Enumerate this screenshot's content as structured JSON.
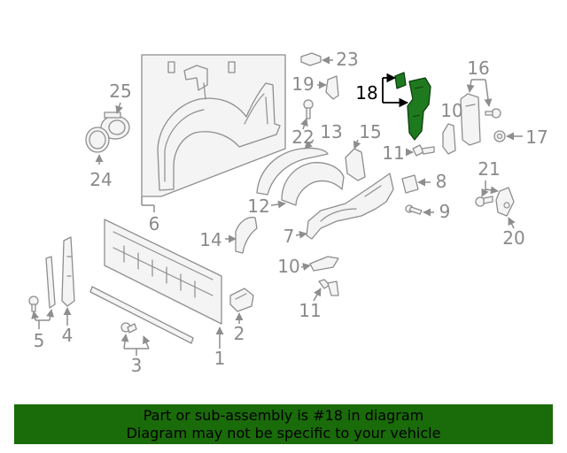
{
  "diagram": {
    "highlighted_part": "18",
    "callouts": {
      "c1": "1",
      "c2": "2",
      "c3": "3",
      "c4": "4",
      "c5": "5",
      "c6": "6",
      "c7": "7",
      "c8": "8",
      "c9": "9",
      "c10a": "10",
      "c10b": "10",
      "c11a": "11",
      "c11b": "11",
      "c12": "12",
      "c13": "13",
      "c14": "14",
      "c15": "15",
      "c16": "16",
      "c17": "17",
      "c18": "18",
      "c19": "19",
      "c20": "20",
      "c21": "21",
      "c22": "22",
      "c23": "23",
      "c24": "24",
      "c25": "25"
    },
    "colors": {
      "callout": "#8a8a8a",
      "highlight": "#1f7a1f",
      "banner": "#1a6b0a"
    }
  },
  "banner": {
    "line1": "Part or sub-assembly is #18 in diagram",
    "line2": "Diagram may not be specific to your vehicle"
  }
}
